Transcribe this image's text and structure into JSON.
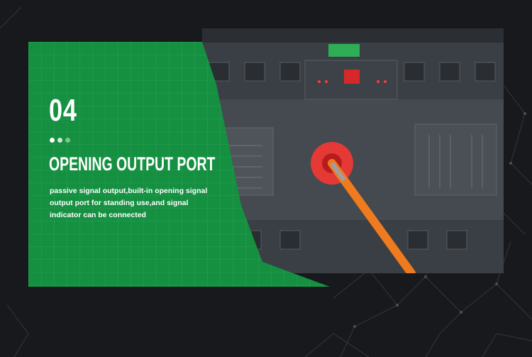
{
  "feature": {
    "number": "04",
    "title": "OPENING OUTPUT PORT",
    "description": "passive signal output,built-in opening signal output port for standing use,and signal indicator can be connected"
  },
  "colors": {
    "card_green": "#159041",
    "background": "#17191c",
    "switch_red": "#e53935",
    "handle_orange": "#f07a1e"
  },
  "pagination": {
    "total": 3,
    "active": 1
  }
}
